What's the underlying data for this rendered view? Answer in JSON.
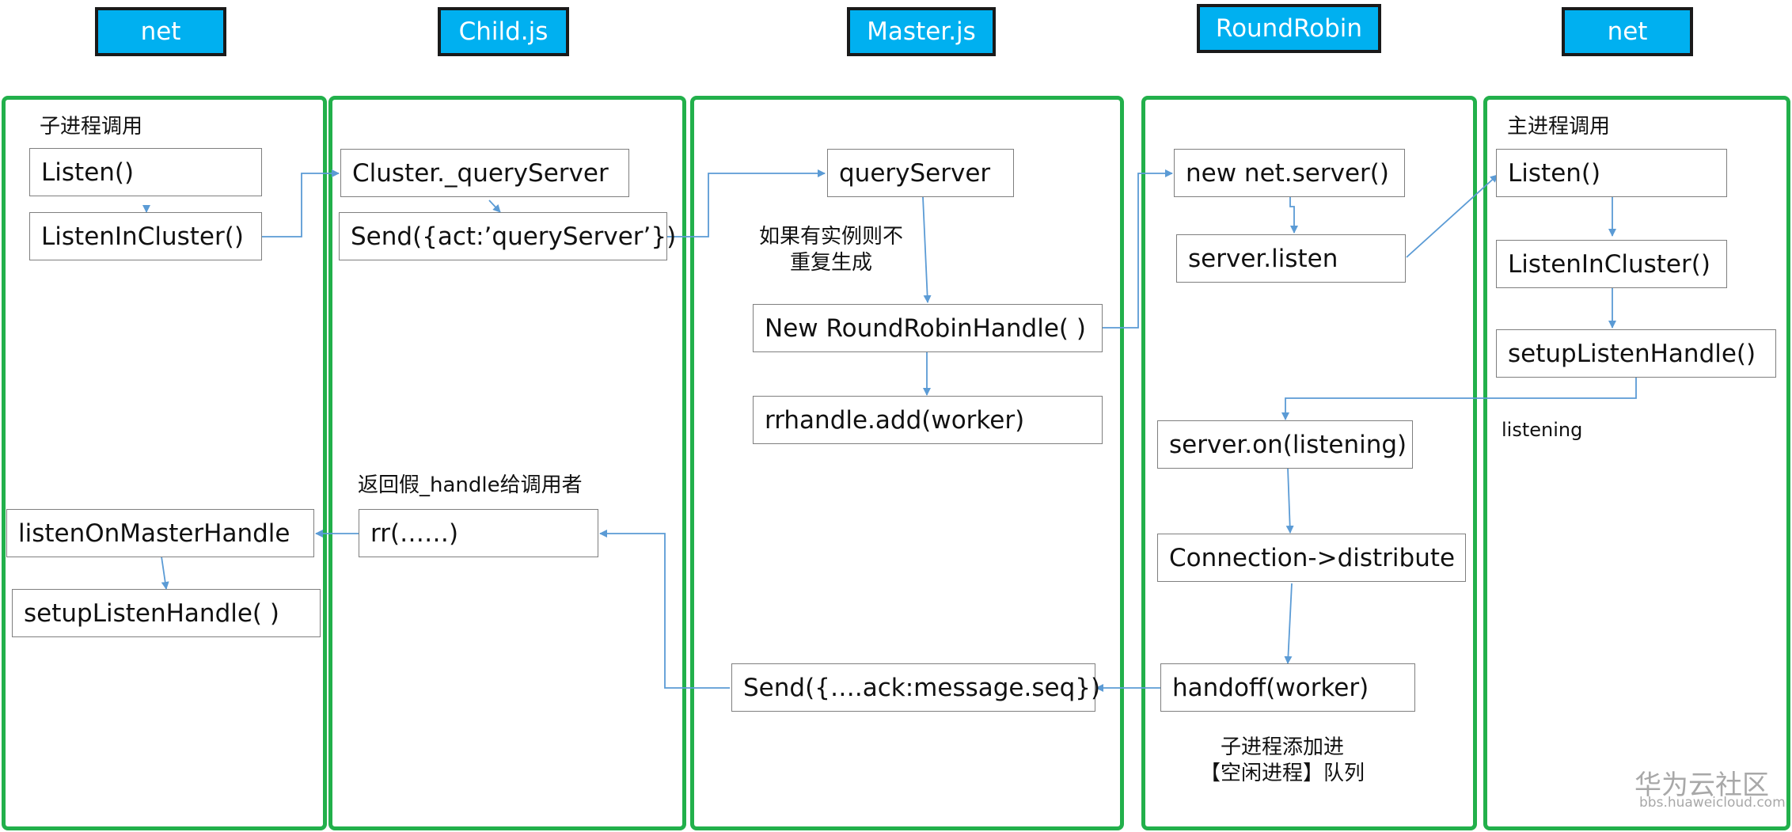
{
  "headers": [
    "net",
    "Child.js",
    "Master.js",
    "RoundRobin",
    "net"
  ],
  "net_left": {
    "note": "子进程调用",
    "listen": "Listen()",
    "listen_in_cluster": "ListenInCluster()",
    "listen_on_master_handle": "listenOnMasterHandle",
    "setup_listen_handle": "setupListenHandle( )"
  },
  "child": {
    "query_server": "Cluster._queryServer",
    "send_query": "Send({act:’queryServer’})",
    "note_return": "返回假_handle给调用者",
    "rr": "rr(……)"
  },
  "master": {
    "query_server": "queryServer",
    "note_no_duplicate": "如果有实例则不\n重复生成",
    "new_rr_handle": "New RoundRobinHandle( )",
    "rrhandle_add": "rrhandle.add(worker)",
    "send_ack": "Send({….ack:message.seq})"
  },
  "round_robin": {
    "new_server": "new net.server()",
    "server_listen": "server.listen",
    "server_on": "server.on(listening)",
    "distribute": "Connection->distribute",
    "handoff": "handoff(worker)",
    "note_idle": "子进程添加进\n【空闲进程】队列"
  },
  "net_right": {
    "note": "主进程调用",
    "listen": "Listen()",
    "listen_in_cluster": "ListenInCluster()",
    "setup_listen_handle": "setupListenHandle()",
    "listening": "listening"
  },
  "watermark": {
    "brand": "华为云社区",
    "url": "bbs.huaweicloud.com"
  },
  "colors": {
    "header_fill": "#00b0f0",
    "column_border": "#22b04b",
    "arrow": "#5b9bd5",
    "box_border": "#7f7f7f"
  }
}
